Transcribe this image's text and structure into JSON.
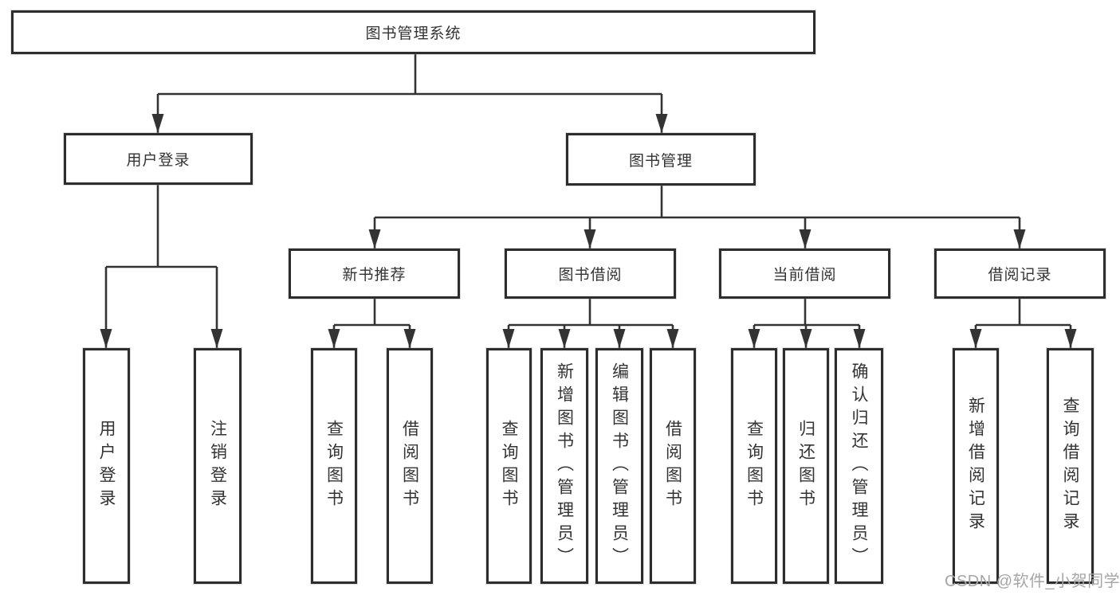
{
  "tree": {
    "root": "图书管理系统",
    "level2": [
      {
        "label": "用户登录",
        "children": [
          {
            "label": "用户登录"
          },
          {
            "label": "注销登录"
          }
        ]
      },
      {
        "label": "图书管理",
        "children": [
          {
            "label": "新书推荐",
            "children": [
              {
                "label": "查询图书"
              },
              {
                "label": "借阅图书"
              }
            ]
          },
          {
            "label": "图书借阅",
            "children": [
              {
                "label": "查询图书"
              },
              {
                "label": "新增图书（管理员）"
              },
              {
                "label": "编辑图书（管理员）"
              },
              {
                "label": "借阅图书"
              }
            ]
          },
          {
            "label": "当前借阅",
            "children": [
              {
                "label": "查询图书"
              },
              {
                "label": "归还图书"
              },
              {
                "label": "确认归还（管理员）"
              }
            ]
          },
          {
            "label": "借阅记录",
            "children": [
              {
                "label": "新增借阅记录"
              },
              {
                "label": "查询借阅记录"
              }
            ]
          }
        ]
      }
    ]
  },
  "colors": {
    "line": "#333333",
    "border": "#2d2d2d",
    "text": "#333333",
    "watermark": "#a6a6a6"
  },
  "watermark": "CSDN @软件_小贺同学"
}
